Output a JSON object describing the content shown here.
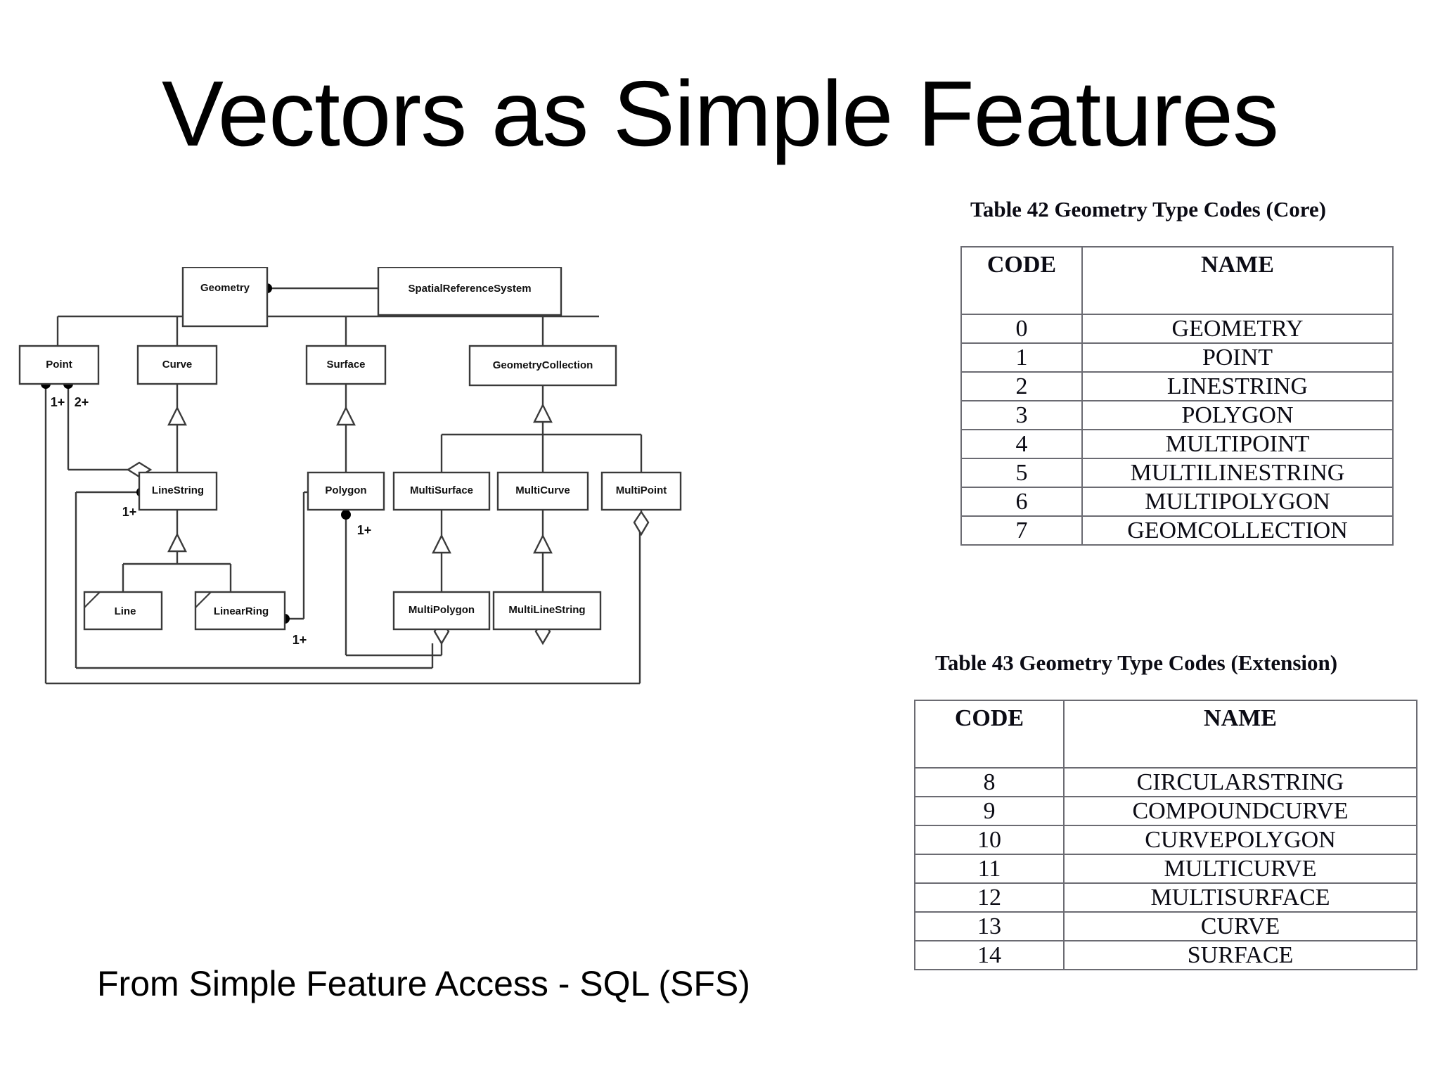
{
  "slide": {
    "title": "Vectors as Simple Features",
    "caption": "From Simple Feature Access - SQL (SFS)"
  },
  "diagram": {
    "type": "uml-class-diagram",
    "classes": [
      {
        "id": "geometry",
        "label": "Geometry"
      },
      {
        "id": "spatialreferencesystem",
        "label": "SpatialReferenceSystem"
      },
      {
        "id": "point",
        "label": "Point"
      },
      {
        "id": "curve",
        "label": "Curve"
      },
      {
        "id": "surface",
        "label": "Surface"
      },
      {
        "id": "geometrycollection",
        "label": "GeometryCollection"
      },
      {
        "id": "linestring",
        "label": "LineString"
      },
      {
        "id": "polygon",
        "label": "Polygon"
      },
      {
        "id": "multisurface",
        "label": "MultiSurface"
      },
      {
        "id": "multicurve",
        "label": "MultiCurve"
      },
      {
        "id": "multipoint",
        "label": "MultiPoint"
      },
      {
        "id": "line",
        "label": "Line"
      },
      {
        "id": "linearring",
        "label": "LinearRing"
      },
      {
        "id": "multipolygon",
        "label": "MultiPolygon"
      },
      {
        "id": "multilinestring",
        "label": "MultiLineString"
      }
    ],
    "multiplicities": [
      {
        "id": "point-linestring",
        "label": "2+"
      },
      {
        "id": "point-linearring",
        "label": "1+"
      },
      {
        "id": "linestring-multilinestring",
        "label": "1+"
      },
      {
        "id": "polygon-multipolygon",
        "label": "1+"
      },
      {
        "id": "linearring-polygon",
        "label": "1+"
      }
    ]
  },
  "tables": [
    {
      "id": "table42",
      "caption": "Table 42 Geometry Type Codes (Core)",
      "columns": [
        "CODE",
        "NAME"
      ],
      "rows": [
        [
          "0",
          "GEOMETRY"
        ],
        [
          "1",
          "POINT"
        ],
        [
          "2",
          "LINESTRING"
        ],
        [
          "3",
          "POLYGON"
        ],
        [
          "4",
          "MULTIPOINT"
        ],
        [
          "5",
          "MULTILINESTRING"
        ],
        [
          "6",
          "MULTIPOLYGON"
        ],
        [
          "7",
          "GEOMCOLLECTION"
        ]
      ]
    },
    {
      "id": "table43",
      "caption": "Table 43 Geometry Type Codes (Extension)",
      "columns": [
        "CODE",
        "NAME"
      ],
      "rows": [
        [
          "8",
          "CIRCULARSTRING"
        ],
        [
          "9",
          "COMPOUNDCURVE"
        ],
        [
          "10",
          "CURVEPOLYGON"
        ],
        [
          "11",
          "MULTICURVE"
        ],
        [
          "12",
          "MULTISURFACE"
        ],
        [
          "13",
          "CURVE"
        ],
        [
          "14",
          "SURFACE"
        ]
      ]
    }
  ],
  "colors": {
    "background": "#ffffff",
    "text": "#000000",
    "diagram_stroke": "#3a3a3a",
    "table_border": "#6b6b72"
  }
}
